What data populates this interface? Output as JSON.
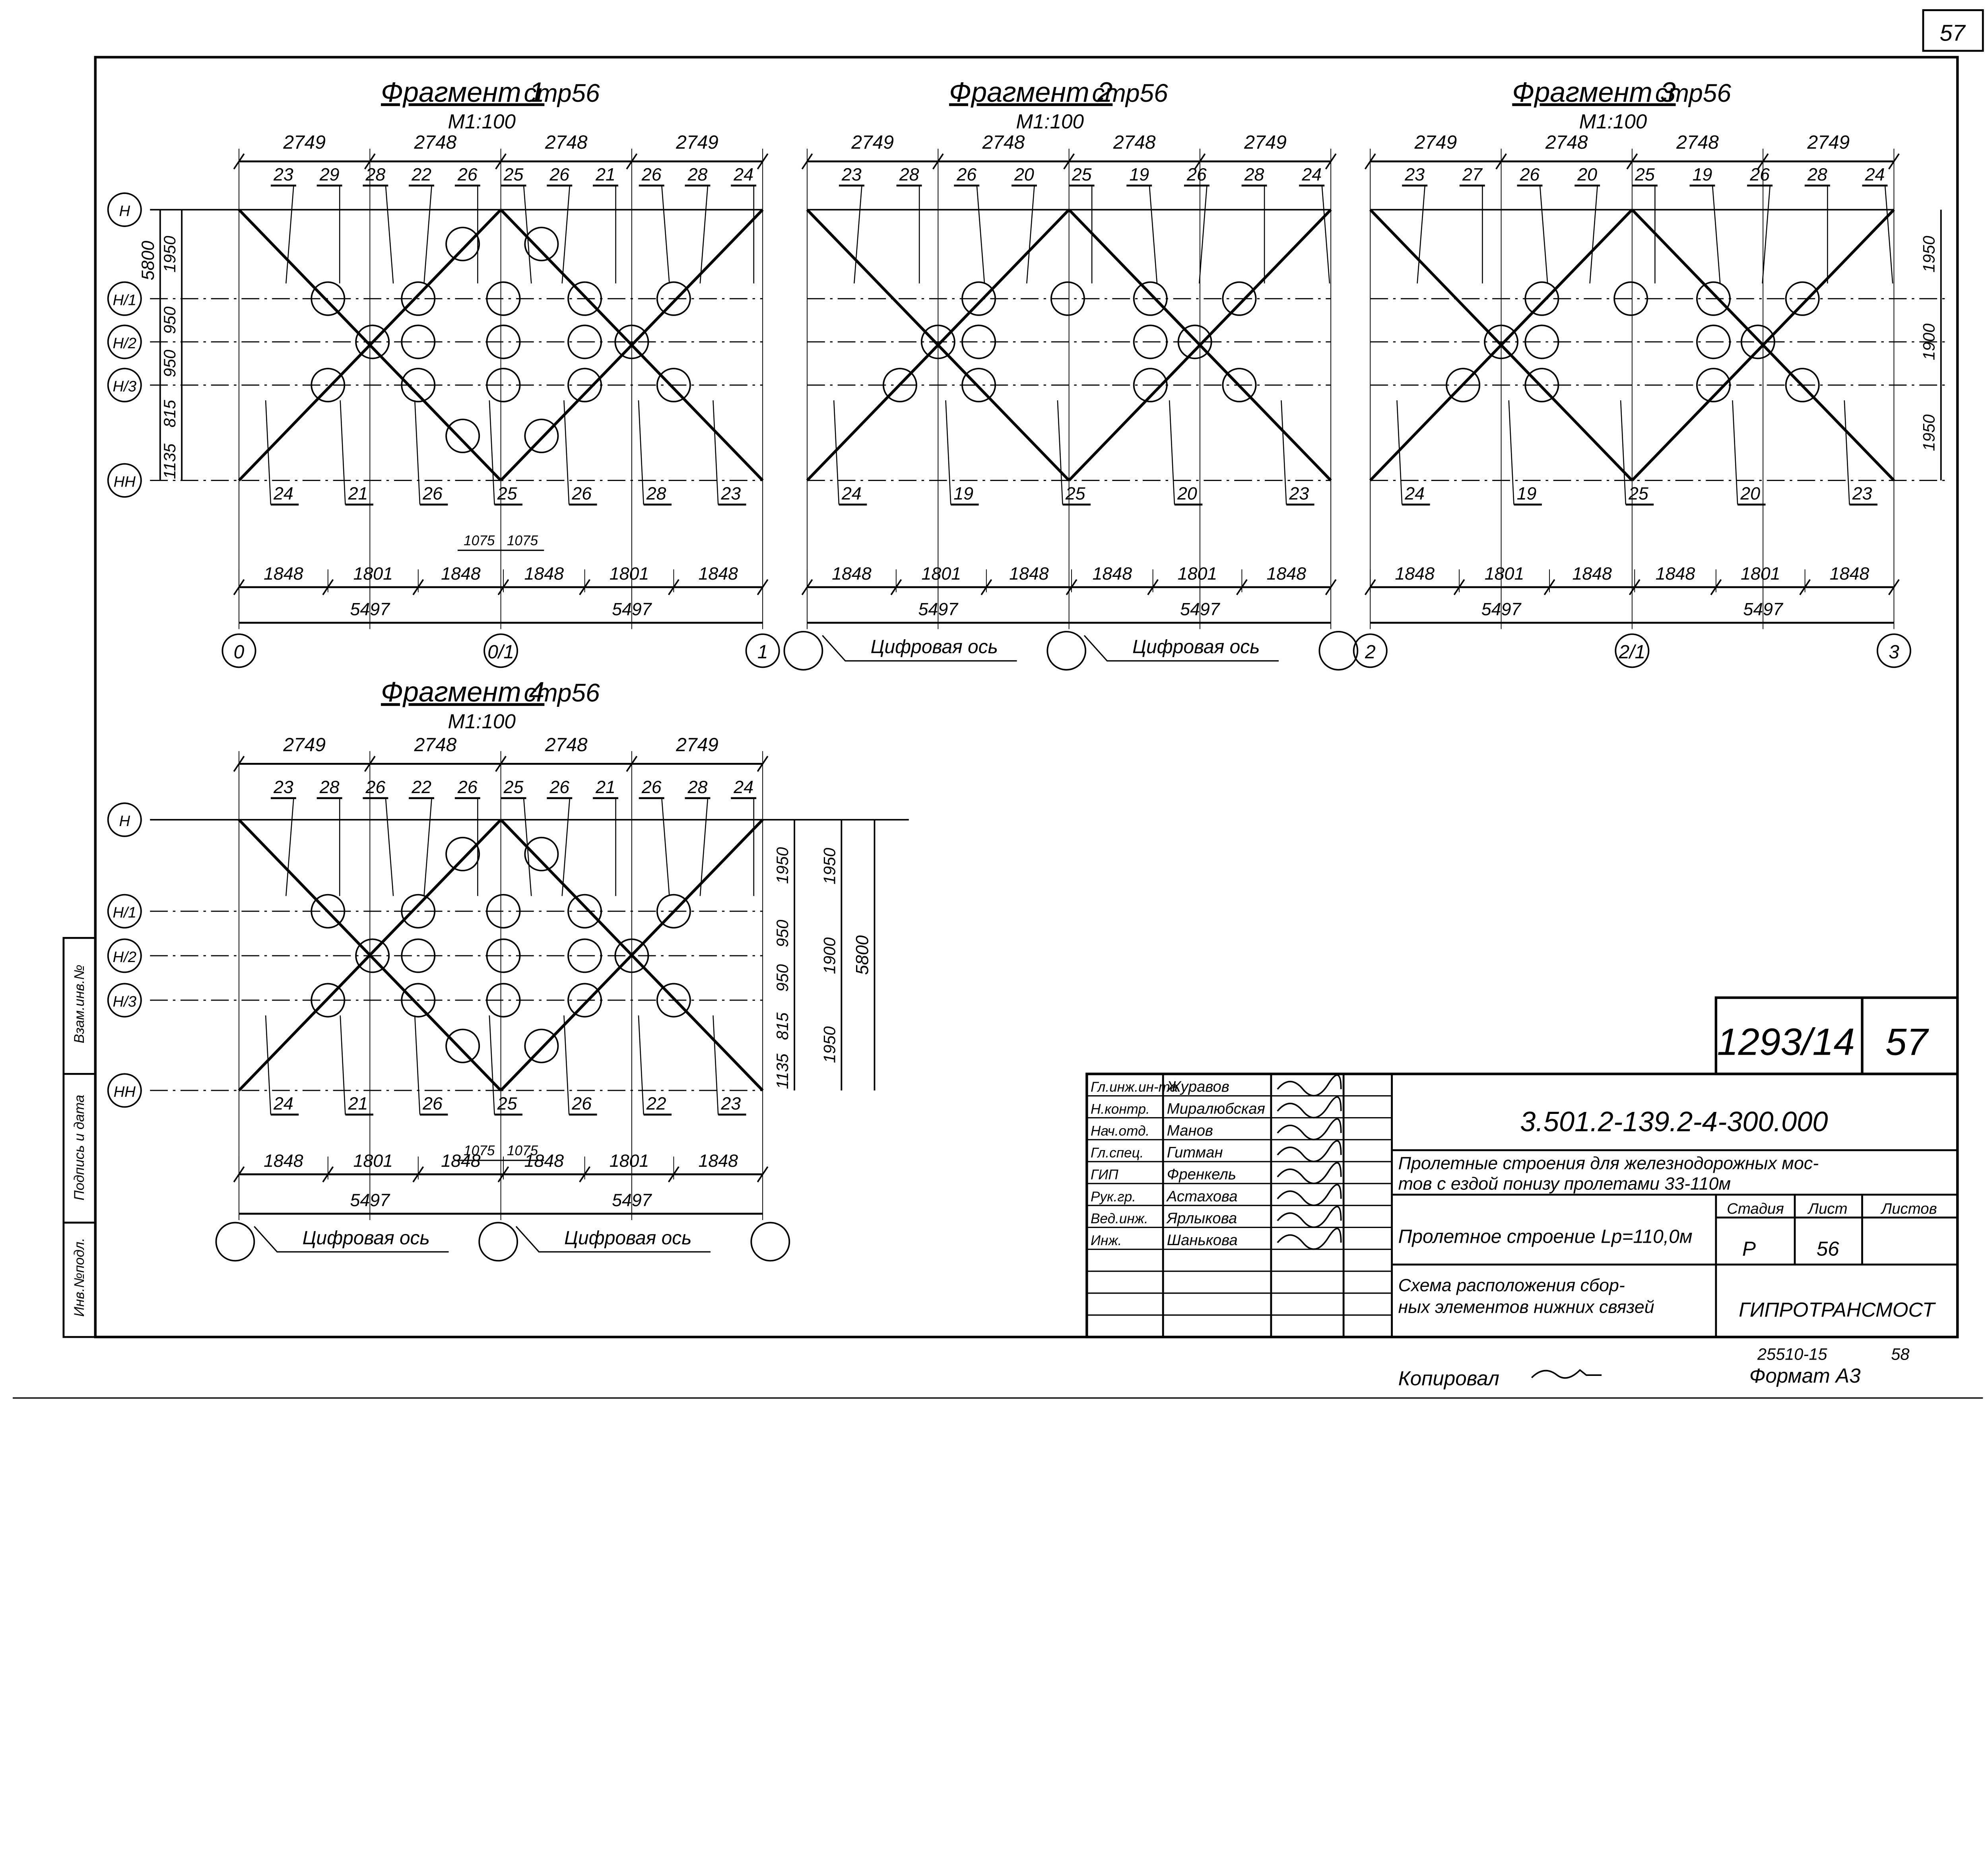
{
  "sheet_corner_number": "57",
  "side_stamp": [
    "Инв.№подл.",
    "Подпись и дата",
    "Взам.инв.№"
  ],
  "fragments": [
    {
      "title": "Фрагмент 1",
      "ref": "стр56",
      "scale": "М1:100",
      "top_dims": [
        "2749",
        "2748",
        "2748",
        "2749"
      ],
      "top_callouts": [
        "23",
        "29",
        "28",
        "22",
        "26",
        "25",
        "26",
        "21",
        "26",
        "28",
        "24"
      ],
      "bottom_callouts": [
        "24",
        "21",
        "26",
        "25",
        "26",
        "28",
        "23"
      ],
      "small_dims": [
        "1075",
        "1075"
      ],
      "bottom_dims": [
        "1848",
        "1801",
        "1848",
        "1848",
        "1801",
        "1848"
      ],
      "totals": [
        "5497",
        "5497"
      ],
      "axes": [
        "0",
        "0/1",
        "1"
      ],
      "row_labels": [
        "Н",
        "Н/1",
        "Н/2",
        "Н/3",
        "НН"
      ],
      "side_dims": [
        "1950",
        "950",
        "950",
        "815",
        "1135"
      ],
      "side_total": "5800"
    },
    {
      "title": "Фрагмент 2",
      "ref": "стр56",
      "scale": "М1:100",
      "top_dims": [
        "2749",
        "2748",
        "2748",
        "2749"
      ],
      "top_callouts": [
        "23",
        "28",
        "26",
        "20",
        "25",
        "19",
        "26",
        "28",
        "24"
      ],
      "bottom_callouts": [
        "24",
        "19",
        "25",
        "20",
        "23"
      ],
      "bottom_dims": [
        "1848",
        "1801",
        "1848",
        "1848",
        "1801",
        "1848"
      ],
      "totals": [
        "5497",
        "5497"
      ],
      "axis_note": "Цифровая ось"
    },
    {
      "title": "Фрагмент 3",
      "ref": "стр56",
      "scale": "М1:100",
      "top_dims": [
        "2749",
        "2748",
        "2748",
        "2749"
      ],
      "top_callouts": [
        "23",
        "27",
        "26",
        "20",
        "25",
        "19",
        "26",
        "28",
        "24"
      ],
      "bottom_callouts": [
        "24",
        "19",
        "25",
        "20",
        "23"
      ],
      "bottom_dims": [
        "1848",
        "1801",
        "1848",
        "1848",
        "1801",
        "1848"
      ],
      "totals": [
        "5497",
        "5497"
      ],
      "axes": [
        "2",
        "2/1",
        "3"
      ],
      "side_dims": [
        "1950",
        "1900",
        "1950"
      ]
    },
    {
      "title": "Фрагмент 4",
      "ref": "стр56",
      "scale": "М1:100",
      "top_dims": [
        "2749",
        "2748",
        "2748",
        "2749"
      ],
      "top_callouts": [
        "23",
        "28",
        "26",
        "22",
        "26",
        "25",
        "26",
        "21",
        "26",
        "28",
        "24"
      ],
      "bottom_callouts": [
        "24",
        "21",
        "26",
        "25",
        "26",
        "22",
        "23"
      ],
      "small_dims": [
        "1075",
        "1075"
      ],
      "bottom_dims": [
        "1848",
        "1801",
        "1848",
        "1848",
        "1801",
        "1848"
      ],
      "totals": [
        "5497",
        "5497"
      ],
      "axis_note": "Цифровая ось",
      "row_labels": [
        "Н",
        "Н/1",
        "Н/2",
        "Н/3",
        "НН"
      ],
      "side_dims": [
        "1950",
        "950",
        "950",
        "815",
        "1135"
      ],
      "side_dims_2": [
        "1950",
        "1900",
        "1950"
      ],
      "side_total": "5800"
    }
  ],
  "title_block": {
    "album_number": "1293/14",
    "page": "57",
    "signatures": [
      {
        "role": "Гл.инж.ин-та",
        "name": "Журавов"
      },
      {
        "role": "Н.контр.",
        "name": "Мирaлюбская"
      },
      {
        "role": "Нач.отд.",
        "name": "Манов"
      },
      {
        "role": "Гл.спец.",
        "name": "Гитман"
      },
      {
        "role": "ГИП",
        "name": "Френкель"
      },
      {
        "role": "Рук.гр.",
        "name": "Астахова"
      },
      {
        "role": "Вед.инж.",
        "name": "Ярлыкова"
      },
      {
        "role": "Инж.",
        "name": "Шанькова"
      }
    ],
    "doc_code": "3.501.2-139.2-4-300.000",
    "project_title_1": "Пролетные строения для железнодорожных мос-",
    "project_title_2": "тов с ездой понизу пролетами 33-110м",
    "structure": "Пролетное строение Lp=110,0м",
    "headers": {
      "stage": "Стадия",
      "sheet": "Лист",
      "sheets": "Листов"
    },
    "stage": "Р",
    "sheet": "56",
    "drawing_title_1": "Схема расположения сбор-",
    "drawing_title_2": "ных элементов нижних связей",
    "organization": "ГИПРОТРАНСМОСТ"
  },
  "footer": {
    "copied": "Копировал",
    "format": "Формат А3",
    "inventory": "25510-15",
    "number": "58"
  }
}
